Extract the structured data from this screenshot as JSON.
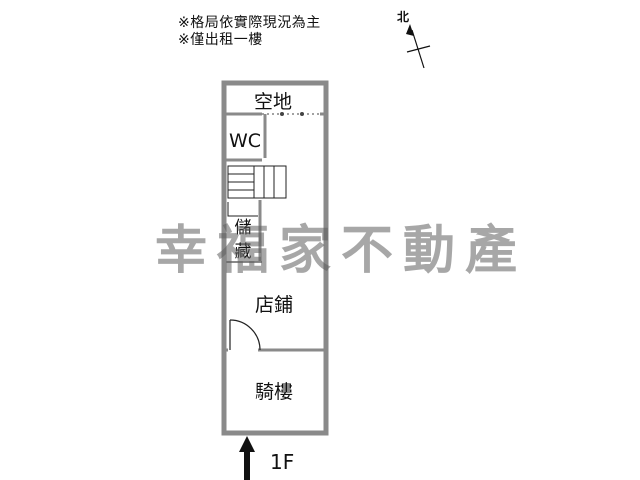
{
  "notes": [
    "※格局依實際現況為主",
    "※僅出租一樓"
  ],
  "north_label": "北",
  "rooms": {
    "yard": "空地",
    "wc": "WC",
    "storage": "儲藏",
    "shop": "店鋪",
    "arcade": "騎樓"
  },
  "floor_label": "1F",
  "watermark": "幸福家不動產",
  "colors": {
    "wall": "#8a8a8a",
    "line": "#222222",
    "watermark": "#5f5f5f"
  }
}
